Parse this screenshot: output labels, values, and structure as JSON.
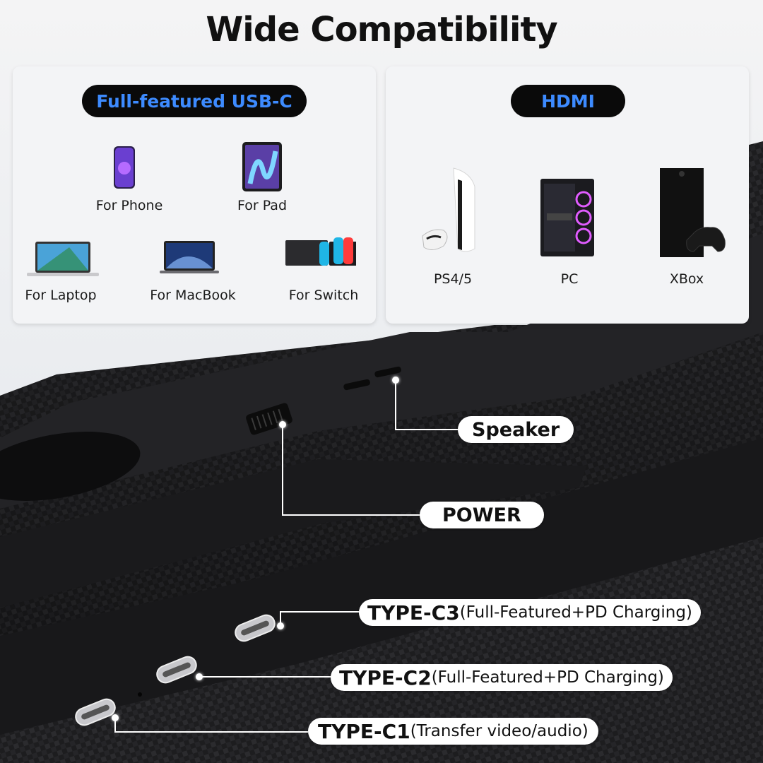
{
  "heading": "Wide Compatibility",
  "usb_card": {
    "badge": "Full-featured USB-C",
    "devices": [
      {
        "label": "For Phone",
        "icon": "phone-icon"
      },
      {
        "label": "For Pad",
        "icon": "tablet-icon"
      },
      {
        "label": "For Laptop",
        "icon": "laptop-icon"
      },
      {
        "label": "For MacBook",
        "icon": "macbook-icon"
      },
      {
        "label": "For Switch",
        "icon": "switch-console-icon"
      }
    ]
  },
  "hdmi_card": {
    "badge": "HDMI",
    "devices": [
      {
        "label": "PS4/5",
        "icon": "playstation-icon"
      },
      {
        "label": "PC",
        "icon": "gaming-pc-icon"
      },
      {
        "label": "XBox",
        "icon": "xbox-icon"
      }
    ]
  },
  "callouts": {
    "speaker": "Speaker",
    "power": "POWER",
    "c3_name": "TYPE-C3",
    "c3_desc": "(Full-Featured+PD Charging)",
    "c2_name": "TYPE-C2",
    "c2_desc": "(Full-Featured+PD Charging)",
    "c1_name": "TYPE-C1",
    "c1_desc": "(Transfer video/audio)"
  },
  "colors": {
    "accent": "#3d8bff",
    "badge_bg": "#0a0a0a",
    "device_body": "#1c1c1e"
  }
}
